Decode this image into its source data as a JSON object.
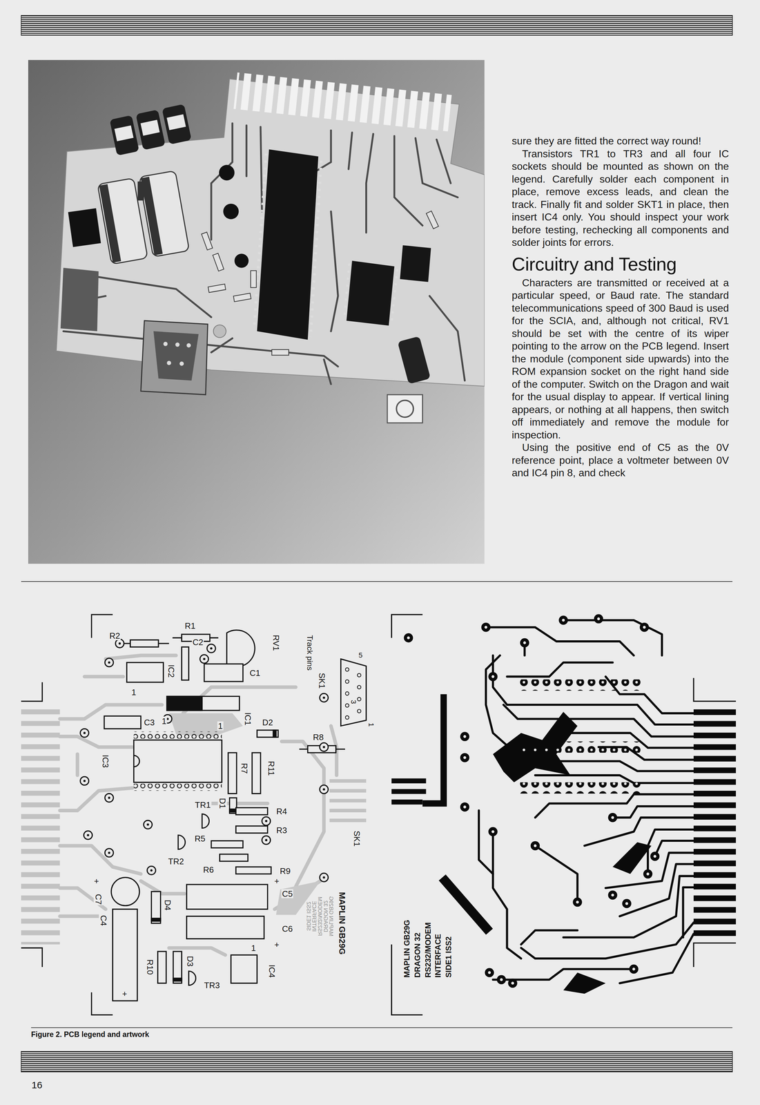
{
  "diagram": {
    "caption": "Figure 2. PCB legend and artwork",
    "labels": [
      "sure they are fitted the correct way round!",
      "Transistors TR1 to TR3 and all four IC sockets should be mounted as shown on the legend. Carefully solder each component in place, remove excess leads, and clean the track. Finally fit and solder SKT1 in place, then insert IC4 only. You should inspect your work before testing, rechecking all components and solder joints for errors.",
      "Circuitry and Testing",
      "Characters are transmitted or received at a particular speed, or Baud rate. The standard telecommunications speed of 300 Baud is used for the SCIA, and, although not critical, RV1 should be set with the centre of its wiper pointing to the arrow on the PCB legend. Insert the module (component side upwards) into the ROM expansion socket on the right hand side of the computer. Switch on the Dragon and wait for the usual display to appear. If vertical lining appears, or nothing at all happens, then switch off immediately and remove the module for inspection.",
      "Using the positive end of C5 as the 0V reference point, place a voltmeter between 0V and IC4 pin 8, and check",
      "R2",
      "R1",
      "RV1",
      "C2",
      "IC2",
      "1",
      "C1",
      "IC1",
      "1",
      "1",
      "C3",
      "D2",
      "R8",
      "IC3",
      "R7",
      "R11",
      "D1",
      "TR1",
      "R4",
      "R3",
      "R5",
      "TR2",
      "R6",
      "R9",
      "+",
      "C7",
      "C4",
      "D4",
      "+",
      "C5",
      "C6",
      "+",
      "R10",
      "D3",
      "TR3",
      "1",
      "IC4",
      "+",
      "Track pins",
      "SK1",
      "5",
      "3",
      "1",
      "SK1",
      "MAPLIN GB29G",
      "MAPLIN GB29G",
      "DRAGON 32",
      "RS232/MODEM",
      "INTERFACE",
      "SIDE1 ISS2",
      "MAPLIN GB29G",
      "DRAGON 32",
      "RS232/MODEM",
      "INTERFACE",
      "SIDE1 ISS2",
      "16"
    ]
  }
}
